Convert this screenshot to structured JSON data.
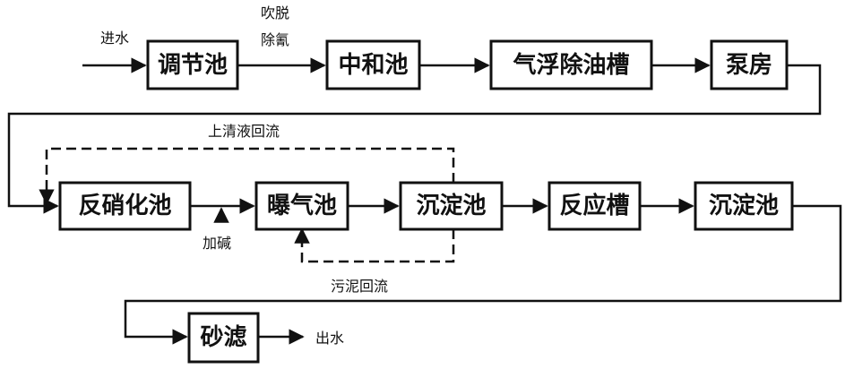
{
  "process": {
    "tiaojie": "调节池",
    "zhonghe": "中和池",
    "qifu": "气浮除油槽",
    "bengfang": "泵房",
    "fanxiao": "反硝化池",
    "puqi": "曝气池",
    "chendian1": "沉淀池",
    "fanying": "反应槽",
    "chendian2": "沉淀池",
    "shalv": "砂滤"
  },
  "labels": {
    "inlet": "进水",
    "stripping_line1": "吹脱",
    "stripping_line2": "除氰",
    "supernatant_return": "上清液回流",
    "alkali": "加碱",
    "sludge_return": "污泥回流",
    "outlet": "出水"
  }
}
